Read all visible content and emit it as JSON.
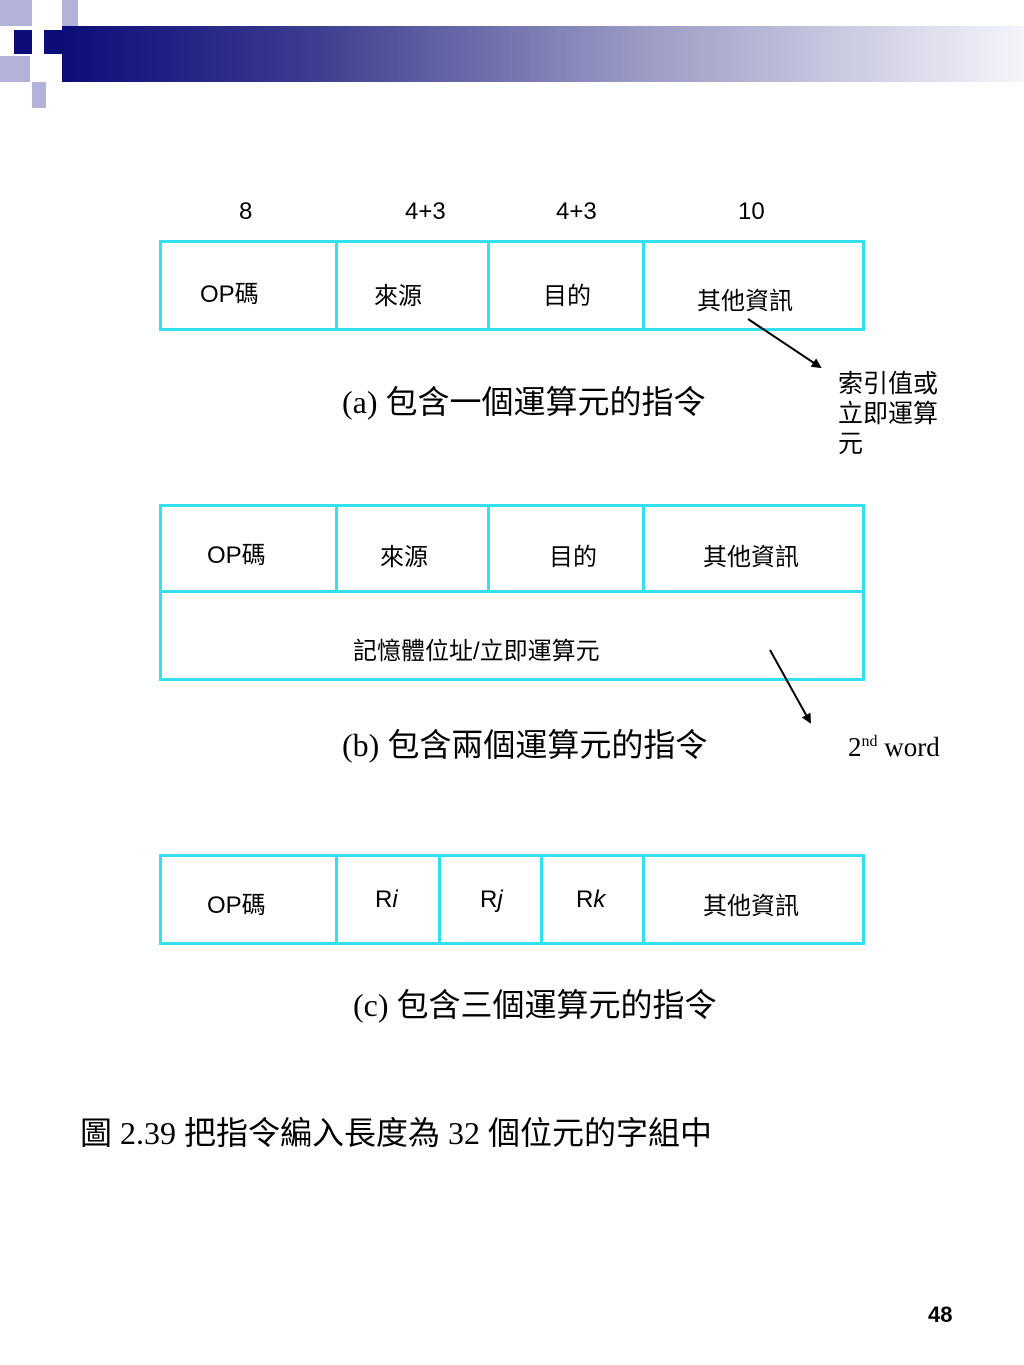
{
  "bit_widths": [
    "8",
    "4+3",
    "4+3",
    "10"
  ],
  "format_a": {
    "fields": [
      "OP碼",
      "來源",
      "目的",
      "其他資訊"
    ],
    "caption": "(a)  包含一個運算元的指令",
    "annotation": [
      "索引值或",
      "立即運算",
      "元"
    ]
  },
  "format_b": {
    "fields": [
      "OP碼",
      "來源",
      "目的",
      "其他資訊"
    ],
    "second_row": "記憶體位址/立即運算元",
    "caption": "(b)  包含兩個運算元的指令",
    "annotation_base": "2",
    "annotation_sup": "nd",
    "annotation_rest": " word"
  },
  "format_c": {
    "op": "OP碼",
    "registers": [
      {
        "prefix": "R",
        "suffix": "i"
      },
      {
        "prefix": "R",
        "suffix": "j"
      },
      {
        "prefix": "R",
        "suffix": "k"
      }
    ],
    "other": "其他資訊",
    "caption": "(c)  包含三個運算元的指令"
  },
  "figure_caption": "圖 2.39  把指令編入長度為 32 個位元的字組中",
  "page_number": "48",
  "colors": {
    "box_border": "#33e0ee",
    "header_dark": "#0d0d7a",
    "header_light": "#9a9ad0"
  }
}
